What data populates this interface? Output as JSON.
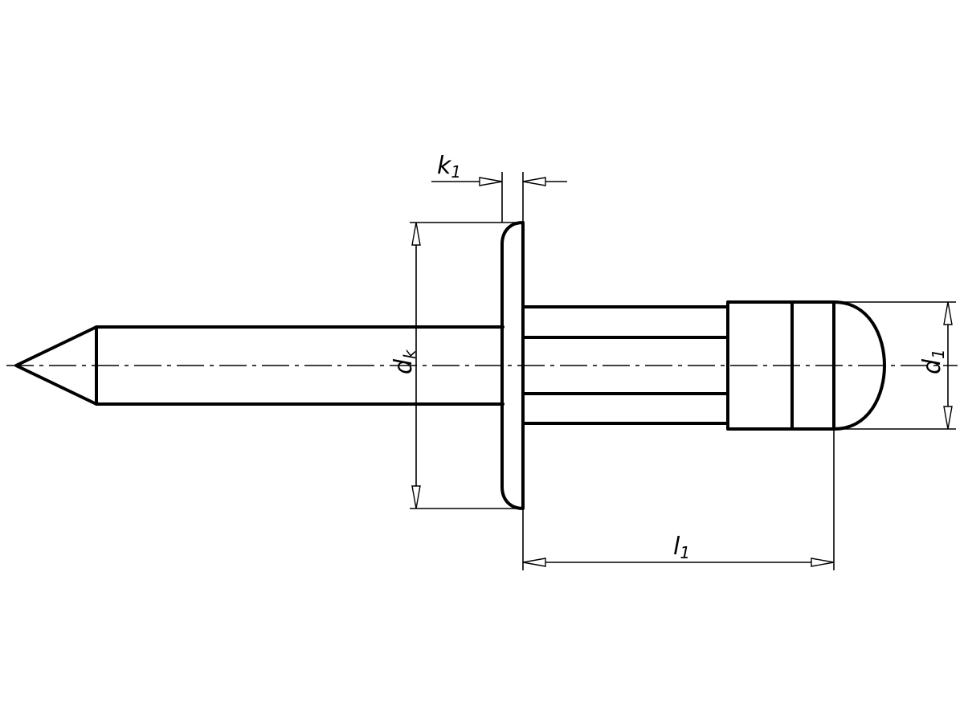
{
  "dimensions": {
    "k1": {
      "main": "k",
      "sub": "1"
    },
    "dk": {
      "main": "d",
      "sub": "k"
    },
    "d1": {
      "main": "d",
      "sub": "1"
    },
    "l1": {
      "main": "l",
      "sub": "1"
    }
  }
}
